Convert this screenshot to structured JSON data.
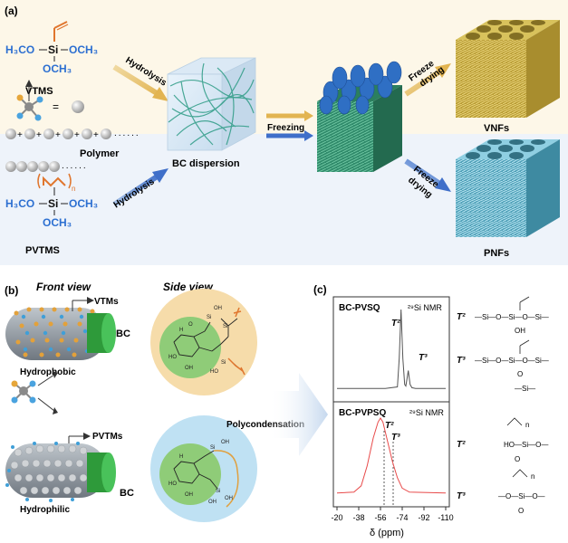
{
  "panel_a": {
    "label": "(a)",
    "vtms_formula": {
      "left": "H₃CO",
      "si": "Si",
      "right": "OCH₃",
      "bottom": "OCH₃"
    },
    "vtms_name": "VTMS",
    "equals": "=",
    "polymer_label": "Polymer",
    "pvtms_formula": {
      "left": "H₃CO",
      "si": "Si",
      "right": "OCH₃",
      "bottom": "OCH₃",
      "n": "n"
    },
    "pvtms_name": "PVTMS",
    "hydrolysis_top": "Hydrolysis",
    "hydrolysis_bottom": "Hydrolysis",
    "bc_dispersion": "BC dispersion",
    "freezing": "Freezing",
    "freeze_drying_top": [
      "Freeze",
      "drying"
    ],
    "freeze_drying_bottom": [
      "Freeze",
      "drying"
    ],
    "vnfs": "VNFs",
    "pnfs": "PNFs"
  },
  "panel_b": {
    "label": "(b)",
    "front_view": "Front view",
    "side_view": "Side view",
    "vtms_label": "VTMs",
    "pvtms_label": "PVTMs",
    "bc_top": "BC",
    "bc_bottom": "BC",
    "hydrophobic": "Hydrophobic",
    "hydrophilic": "Hydrophilic",
    "polycondensation": "Polycondensation"
  },
  "panel_c": {
    "label": "(c)",
    "top_sample": "BC-PVSQ",
    "bottom_sample": "BC-PVPSQ",
    "nmr_label": "²⁹Si NMR",
    "nmr_label_bottom": "²⁹Si NMR",
    "peak_t2": "T²",
    "peak_t3": "T³",
    "x_axis_label": "δ (ppm)",
    "x_ticks": [
      "-20",
      "-38",
      "-56",
      "-74",
      "-92",
      "-110"
    ],
    "struct_labels": [
      "T²",
      "T³",
      "T²",
      "T³"
    ],
    "colors": {
      "top_trace": "#555555",
      "bottom_trace": "#e84a4a"
    }
  },
  "chart_data": [
    {
      "type": "line",
      "title": "BC-PVSQ",
      "xlabel": "δ (ppm)",
      "xlim": [
        -20,
        -110
      ],
      "series": [
        {
          "name": "BC-PVSQ",
          "x": [
            -20,
            -60,
            -70,
            -71.5,
            -73,
            -74.5,
            -76,
            -77,
            -79,
            -80.5,
            -82,
            -85,
            -110
          ],
          "y": [
            0.03,
            0.03,
            0.05,
            0.4,
            1.0,
            0.4,
            0.08,
            0.06,
            0.25,
            0.08,
            0.04,
            0.03,
            0.03
          ]
        }
      ]
    },
    {
      "type": "line",
      "title": "BC-PVPSQ",
      "xlabel": "δ (ppm)",
      "xlim": [
        -20,
        -110
      ],
      "series": [
        {
          "name": "BC-PVPSQ",
          "x": [
            -20,
            -34,
            -40,
            -45,
            -50,
            -54,
            -56,
            -58,
            -62,
            -66,
            -70,
            -74,
            -80,
            -110
          ],
          "y": [
            0.06,
            0.07,
            0.15,
            0.4,
            0.75,
            0.95,
            1.0,
            0.95,
            0.7,
            0.45,
            0.25,
            0.12,
            0.07,
            0.06
          ]
        }
      ]
    }
  ]
}
